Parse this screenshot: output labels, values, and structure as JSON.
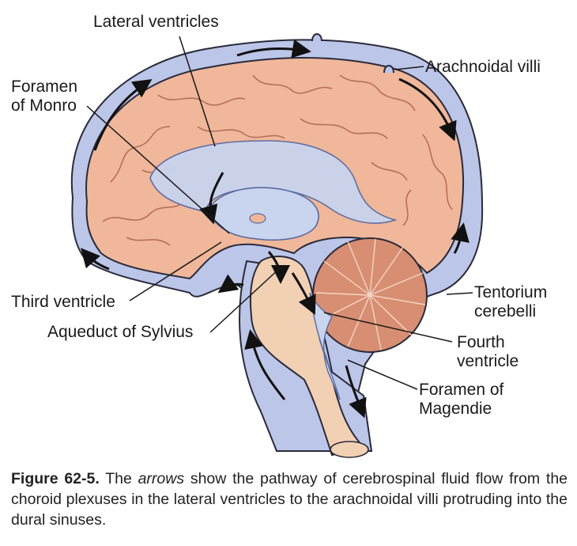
{
  "labels": {
    "lateral_ventricles": "Lateral ventricles",
    "arachnoidal_villi": "Arachnoidal villi",
    "foramen_monro_line1": "Foramen",
    "foramen_monro_line2": "of Monro",
    "third_ventricle": "Third ventricle",
    "aqueduct_sylvius": "Aqueduct of Sylvius",
    "tentorium_line1": "Tentorium",
    "tentorium_line2": "cerebelli",
    "fourth_line1": "Fourth",
    "fourth_line2": "ventricle",
    "magendie_line1": "Foramen of",
    "magendie_line2": "Magendie"
  },
  "caption": {
    "figure": "Figure 62-5.",
    "pre": " The ",
    "emph": "arrows",
    "post": " show the pathway of cerebrospinal fluid flow from the choroid plexuses in the lateral ventricles to the arachnoidal villi protruding into the dural sinuses."
  },
  "colors": {
    "csf_space": "#bcc6e8",
    "brain_tissue": "#f0b79a",
    "ventricle": "#c9d4ef",
    "outline": "#2a2a3a",
    "arrow": "#111111",
    "cerebellum": "#d88e72"
  }
}
